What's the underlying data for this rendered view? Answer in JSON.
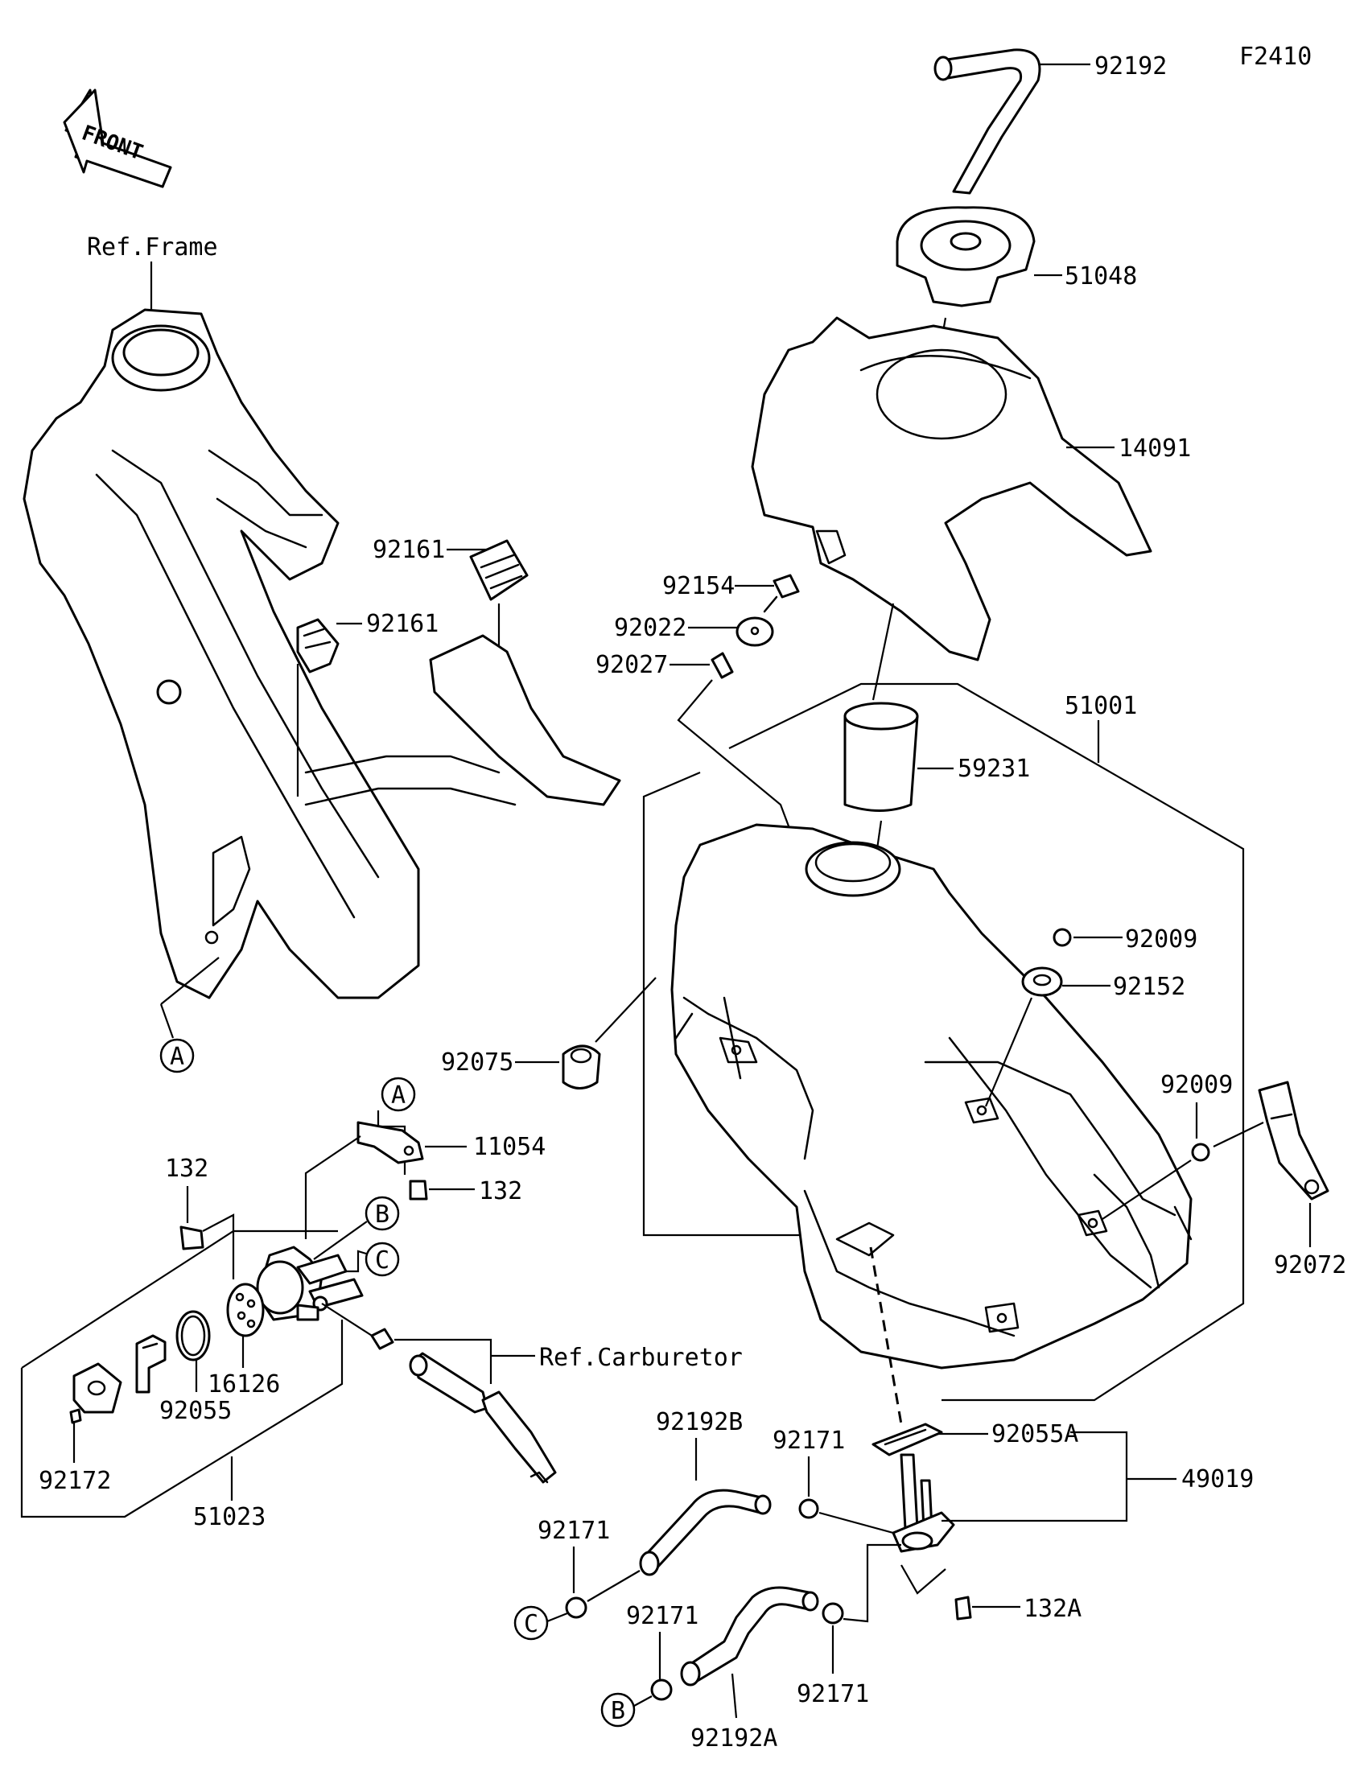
{
  "diagram": {
    "code": "F2410",
    "front_label": "FRONT",
    "refs": {
      "frame": "Ref.Frame",
      "carburetor": "Ref.Carburetor"
    },
    "callouts": {
      "a": "A",
      "b": "B",
      "c": "C"
    },
    "parts": {
      "p92192": "92192",
      "p51048": "51048",
      "p14091": "14091",
      "p92161_upper": "92161",
      "p92161_lower": "92161",
      "p92154": "92154",
      "p92022": "92022",
      "p92027": "92027",
      "p51001": "51001",
      "p59231": "59231",
      "p92009_upper": "92009",
      "p92152": "92152",
      "p92075": "92075",
      "p92009_lower": "92009",
      "p92072": "92072",
      "p11054": "11054",
      "p132_left": "132",
      "p132_right": "132",
      "p16126": "16126",
      "p92055": "92055",
      "p92172": "92172",
      "p51023": "51023",
      "p92192B": "92192B",
      "p92171_top": "92171",
      "p92055A": "92055A",
      "p49019": "49019",
      "p92171_left": "92171",
      "p132A": "132A",
      "p92171_mid": "92171",
      "p92192A": "92192A",
      "p92171_bottom": "92171"
    }
  }
}
